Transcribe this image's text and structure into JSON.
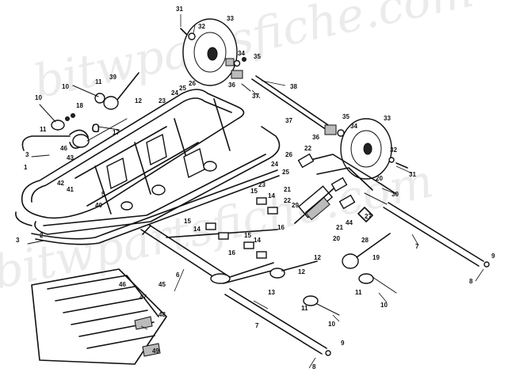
{
  "watermark": "bitwpartsfiche.com",
  "callouts": {
    "p31a": "31",
    "p32a": "32",
    "p33a": "33",
    "p34a": "34",
    "p35a": "35",
    "p36a": "36",
    "p37a": "37",
    "p38": "38",
    "p37b": "37",
    "p36b": "36",
    "p35b": "35",
    "p34b": "34",
    "p33b": "33",
    "p32b": "32",
    "p31b": "31",
    "p10a": "10",
    "p11a": "11",
    "p39a": "39",
    "p12a": "12",
    "p18": "18",
    "p10b": "10",
    "p11b": "11",
    "p46": "46",
    "p17": "17",
    "p23a": "23",
    "p24a": "24",
    "p25a": "25",
    "p26a": "26",
    "p3a": "3",
    "p43": "43",
    "p1": "1",
    "p42": "42",
    "p41": "41",
    "p5": "5",
    "p40": "40",
    "p22a": "22",
    "p24b": "24",
    "p25b": "25",
    "p26b": "26",
    "p20a": "20",
    "p30": "30",
    "p23b": "23",
    "p15a": "15",
    "p14a": "14",
    "p21a": "21",
    "p22b": "22",
    "p29": "29",
    "p20b": "20",
    "p44": "44",
    "p27": "27",
    "p28": "28",
    "p21b": "21",
    "p15b": "15",
    "p14b": "14",
    "p16a": "16",
    "p15c": "15",
    "p14c": "14",
    "p3b": "3",
    "p2": "2",
    "p16b": "16",
    "p12b": "12",
    "p13": "13",
    "p12c": "12",
    "p19": "19",
    "p7a": "7",
    "p9a": "9",
    "p8a": "8",
    "p6": "6",
    "p11c": "11",
    "p10c": "10",
    "p11d": "11",
    "p10d": "10",
    "p46b": "46",
    "p45": "45",
    "p47": "47",
    "p48": "48",
    "p49": "49",
    "p7b": "7",
    "p9b": "9",
    "p8b": "8"
  }
}
